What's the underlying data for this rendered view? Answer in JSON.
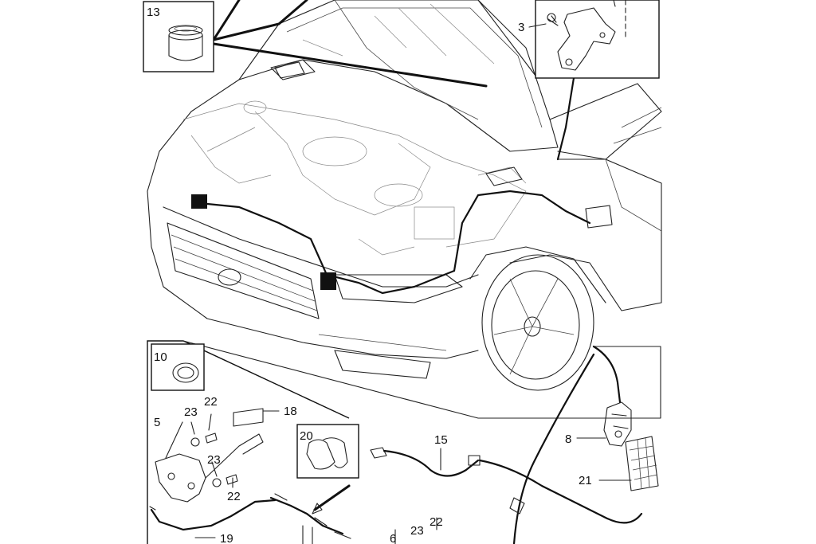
{
  "callouts": {
    "c13": "13",
    "c3": "3",
    "c10": "10",
    "c5": "5",
    "c22a": "22",
    "c23a": "23",
    "c18": "18",
    "c23b": "23",
    "c22b": "22",
    "c19": "19",
    "c20": "20",
    "c15": "15",
    "c8": "8",
    "c21": "21",
    "c6": "6",
    "c23c": "23",
    "c22c": "22"
  }
}
